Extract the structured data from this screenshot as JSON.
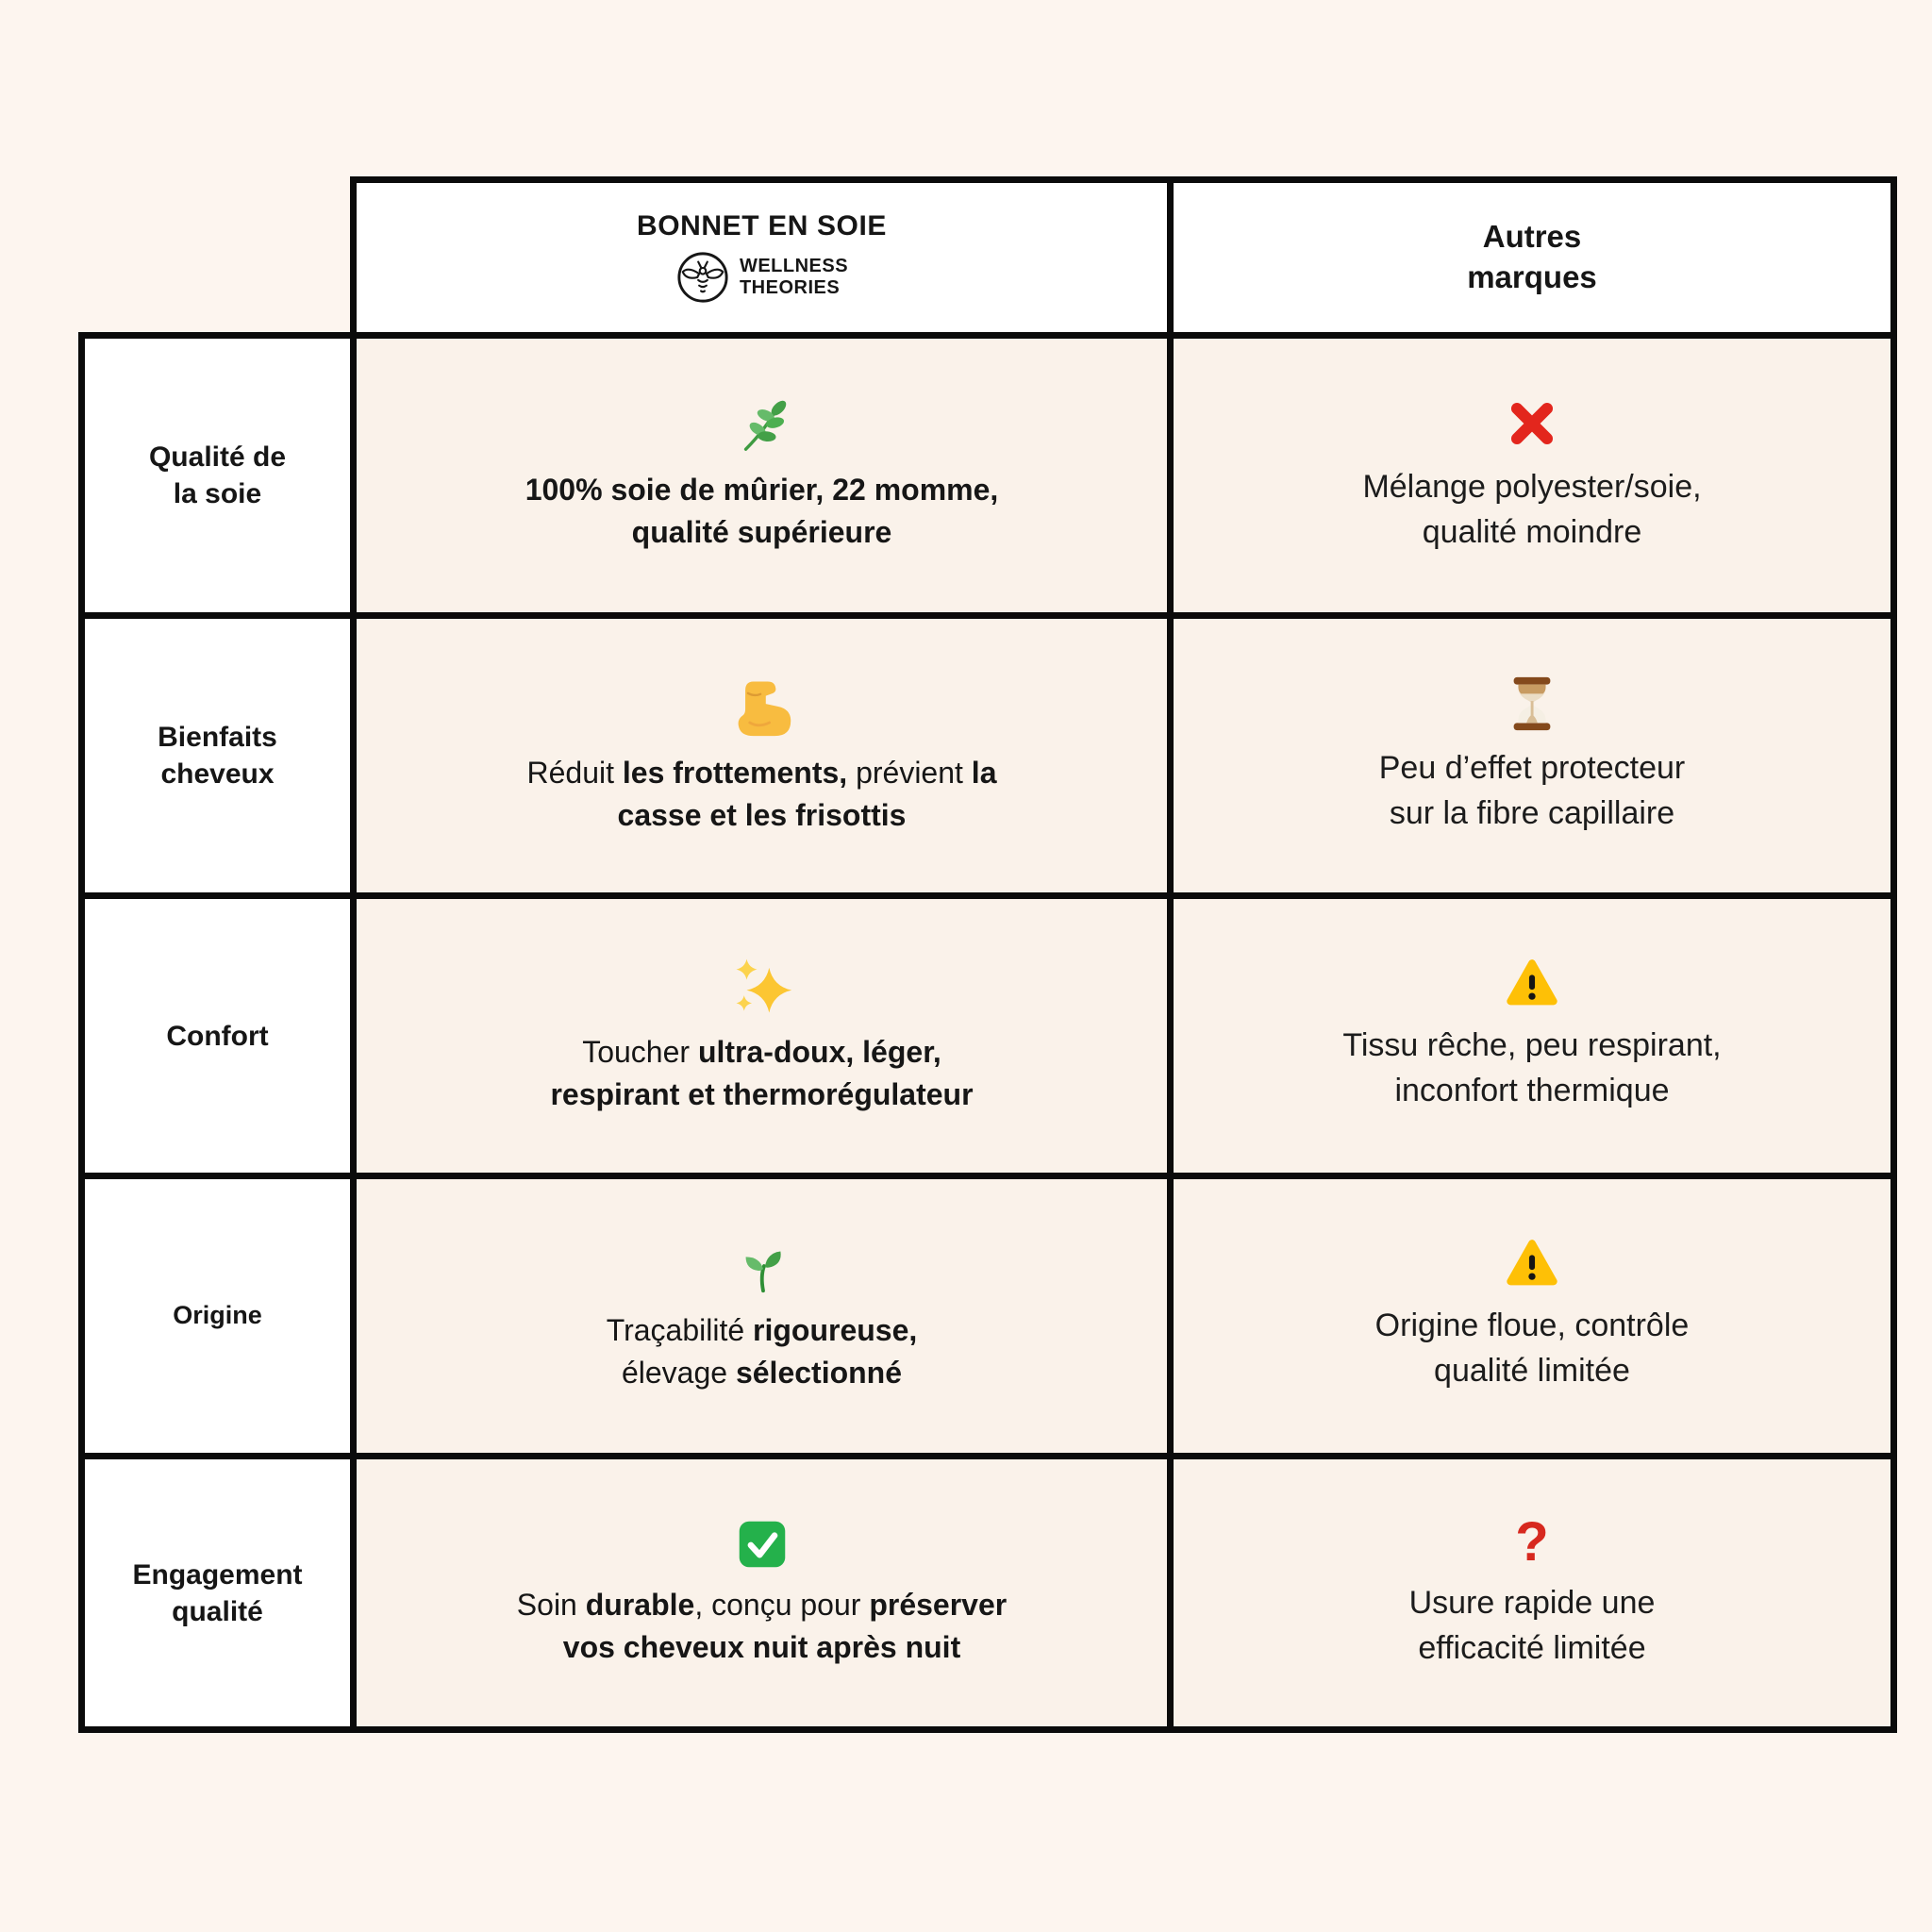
{
  "page_background": "#FDF5EF",
  "colors": {
    "header_bg": "#FFFFFF",
    "label_bg": "#FFFFFF",
    "cell_bg": "#FAF2EA",
    "border": "#0B0B0B",
    "text": "#161616",
    "cross_red": "#E3261D",
    "question_red": "#D7281E",
    "warning_yellow": "#FEC006",
    "check_green": "#24B14B"
  },
  "header": {
    "product_title": "BONNET EN SOIE",
    "brand_logo_icon": "bee-logo-icon",
    "brand_name_line1": "WELLNESS",
    "brand_name_line2": "THEORIES",
    "competitor_title": "Autres\nmarques"
  },
  "rows": [
    {
      "label": "Qualité de\nla soie",
      "brand_icon": "herb-icon",
      "brand_lines": [
        [
          {
            "t": "100% soie de mûrier, 22 momme,",
            "b": true
          }
        ],
        [
          {
            "t": "qualité supérieure",
            "b": true
          }
        ]
      ],
      "other_icon": "cross-mark-icon",
      "other_text": "Mélange polyester/soie,\nqualité moindre"
    },
    {
      "label": "Bienfaits\ncheveux",
      "brand_icon": "flexed-biceps-icon",
      "brand_lines": [
        [
          {
            "t": "Réduit ",
            "b": false
          },
          {
            "t": "les frottements,",
            "b": true
          },
          {
            "t": " prévient ",
            "b": false
          },
          {
            "t": "la",
            "b": true
          }
        ],
        [
          {
            "t": "casse et les frisottis",
            "b": true
          }
        ]
      ],
      "other_icon": "hourglass-icon",
      "other_text": "Peu d’effet protecteur\nsur la fibre capillaire"
    },
    {
      "label": "Confort",
      "brand_icon": "sparkles-icon",
      "brand_lines": [
        [
          {
            "t": "Toucher ",
            "b": false
          },
          {
            "t": "ultra-doux, léger,",
            "b": true
          }
        ],
        [
          {
            "t": "respirant et thermorégulateur",
            "b": true
          }
        ]
      ],
      "other_icon": "warning-icon",
      "other_text": "Tissu rêche, peu respirant,\ninconfort thermique"
    },
    {
      "label": "Origine",
      "brand_icon": "seedling-icon",
      "brand_lines": [
        [
          {
            "t": "Traçabilité ",
            "b": false
          },
          {
            "t": "rigoureuse,",
            "b": true
          }
        ],
        [
          {
            "t": "élevage ",
            "b": false
          },
          {
            "t": "sélectionné",
            "b": true
          }
        ]
      ],
      "other_icon": "warning-icon",
      "other_text": "Origine floue, contrôle\nqualité limitée"
    },
    {
      "label": "Engagement\nqualité",
      "brand_icon": "check-box-icon",
      "brand_lines": [
        [
          {
            "t": "Soin ",
            "b": false
          },
          {
            "t": "durable",
            "b": true
          },
          {
            "t": ", conçu pour ",
            "b": false
          },
          {
            "t": "préserver",
            "b": true
          }
        ],
        [
          {
            "t": "vos cheveux nuit après nuit",
            "b": true
          }
        ]
      ],
      "other_icon": "question-mark-icon",
      "other_qmark": "?",
      "other_text": "Usure rapide une\nefficacité limitée"
    }
  ]
}
